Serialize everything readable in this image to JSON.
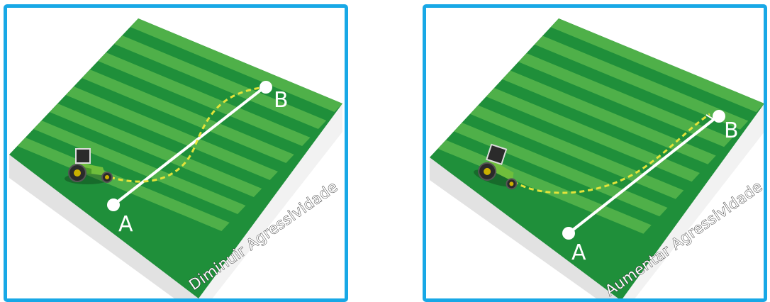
{
  "panels": [
    {
      "caption": "Diminuir Agressividade",
      "point_a": "A",
      "point_b": "B"
    },
    {
      "caption": "Aumentar Agressividade",
      "point_a": "A",
      "point_b": "B"
    }
  ],
  "colors": {
    "frame": "#18a8e6",
    "field_dark": "#1f8f3a",
    "field_light": "#4fb049",
    "guide_line": "#ffffff",
    "tractor_path": "#e3e33a",
    "tractor_body": "#6fbe3c"
  },
  "icons": [
    "tractor-icon",
    "point-a-marker",
    "point-b-marker"
  ]
}
